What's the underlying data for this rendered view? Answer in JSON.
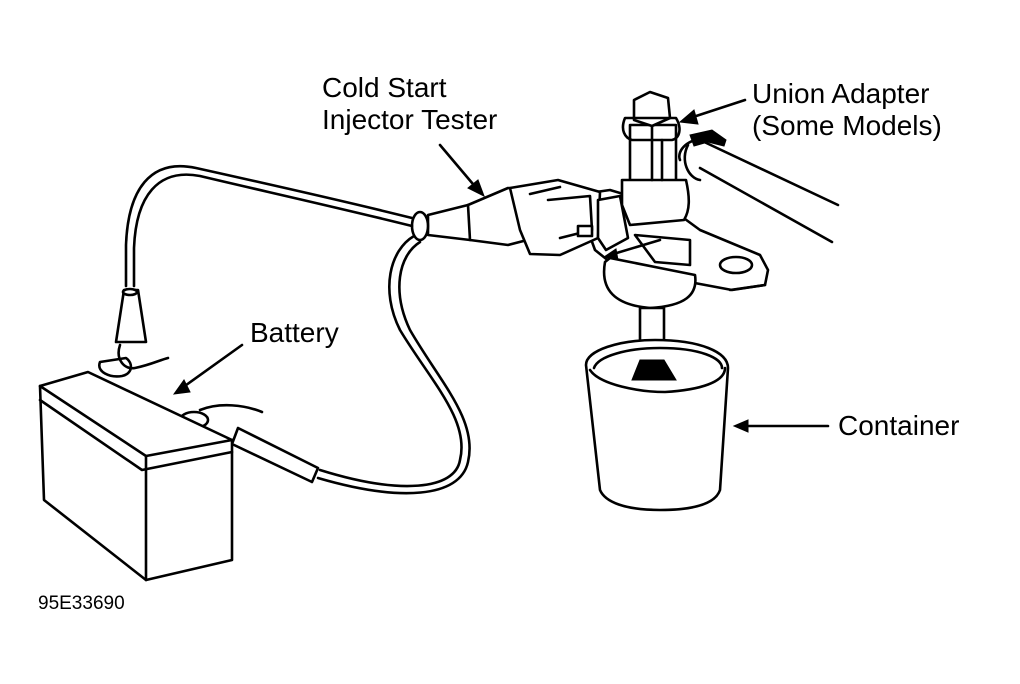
{
  "figure": {
    "id_label": "95E33690",
    "description": "Cold start injector test setup"
  },
  "labels": {
    "tester_line1": "Cold Start",
    "tester_line2": "Injector Tester",
    "union_line1": "Union Adapter",
    "union_line2": "(Some Models)",
    "battery": "Battery",
    "container": "Container"
  },
  "colors": {
    "ink": "#000000",
    "paper": "#ffffff"
  }
}
